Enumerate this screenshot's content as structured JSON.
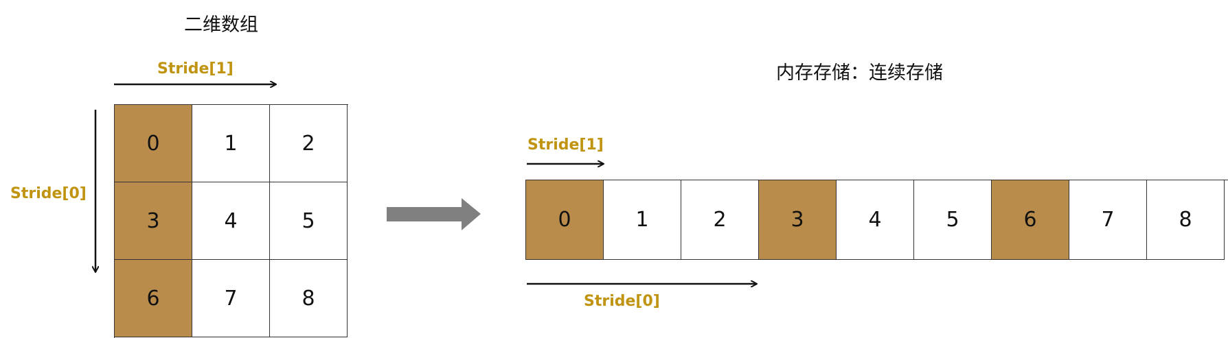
{
  "left_title": "二维数组",
  "right_title": "内存存储：连续存储",
  "labels": {
    "matrix_stride1": "Stride[1]",
    "matrix_stride0": "Stride[0]",
    "memory_stride1": "Stride[1]",
    "memory_stride0": "Stride[0]"
  },
  "matrix": [
    [
      "0",
      "1",
      "2"
    ],
    [
      "3",
      "4",
      "5"
    ],
    [
      "6",
      "7",
      "8"
    ]
  ],
  "matrix_highlight_column": 0,
  "memory": [
    "0",
    "1",
    "2",
    "3",
    "4",
    "5",
    "6",
    "7",
    "8"
  ],
  "memory_highlight": [
    "0",
    "3",
    "6"
  ],
  "colors": {
    "highlight": "#b98c4c",
    "stride_label": "#c09410",
    "arrow": "#808080",
    "line": "#111111"
  }
}
